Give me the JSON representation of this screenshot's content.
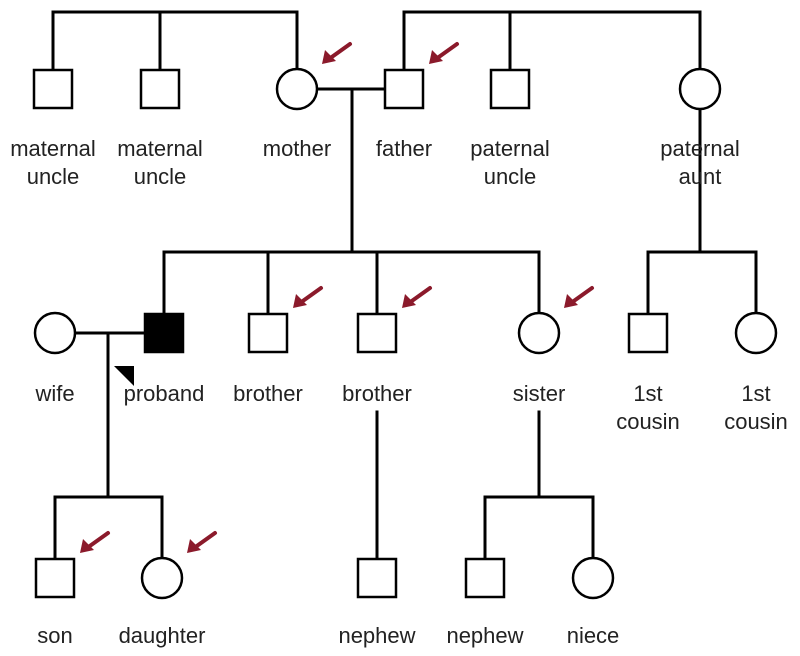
{
  "colors": {
    "line": "#000000",
    "affected_fill": "#000000",
    "arrow": "#8b1a2b",
    "label": "#222222"
  },
  "proband_marker_icon": "corner-triangle-icon",
  "arrow_icon": "arrow-pointer-icon",
  "people": {
    "maternal_uncle_1": {
      "label": [
        "maternal",
        "uncle"
      ],
      "sex": "male",
      "affected": false,
      "marked": false
    },
    "maternal_uncle_2": {
      "label": [
        "maternal",
        "uncle"
      ],
      "sex": "male",
      "affected": false,
      "marked": false
    },
    "mother": {
      "label": [
        "mother"
      ],
      "sex": "female",
      "affected": false,
      "marked": true
    },
    "father": {
      "label": [
        "father"
      ],
      "sex": "male",
      "affected": false,
      "marked": true
    },
    "paternal_uncle": {
      "label": [
        "paternal",
        "uncle"
      ],
      "sex": "male",
      "affected": false,
      "marked": false
    },
    "paternal_aunt": {
      "label": [
        "paternal",
        "aunt"
      ],
      "sex": "female",
      "affected": false,
      "marked": false
    },
    "wife": {
      "label": [
        "wife"
      ],
      "sex": "female",
      "affected": false,
      "marked": false
    },
    "proband": {
      "label": [
        "proband"
      ],
      "sex": "male",
      "affected": true,
      "marked": false,
      "is_proband": true
    },
    "brother_1": {
      "label": [
        "brother"
      ],
      "sex": "male",
      "affected": false,
      "marked": true
    },
    "brother_2": {
      "label": [
        "brother"
      ],
      "sex": "male",
      "affected": false,
      "marked": true
    },
    "sister": {
      "label": [
        "sister"
      ],
      "sex": "female",
      "affected": false,
      "marked": true
    },
    "cousin_1": {
      "label": [
        "1st",
        "cousin"
      ],
      "sex": "male",
      "affected": false,
      "marked": false
    },
    "cousin_2": {
      "label": [
        "1st",
        "cousin"
      ],
      "sex": "female",
      "affected": false,
      "marked": false
    },
    "son": {
      "label": [
        "son"
      ],
      "sex": "male",
      "affected": false,
      "marked": true
    },
    "daughter": {
      "label": [
        "daughter"
      ],
      "sex": "female",
      "affected": false,
      "marked": true
    },
    "nephew_1": {
      "label": [
        "nephew"
      ],
      "sex": "male",
      "affected": false,
      "marked": false
    },
    "nephew_2": {
      "label": [
        "nephew"
      ],
      "sex": "male",
      "affected": false,
      "marked": false
    },
    "niece": {
      "label": [
        "niece"
      ],
      "sex": "female",
      "affected": false,
      "marked": false
    }
  }
}
